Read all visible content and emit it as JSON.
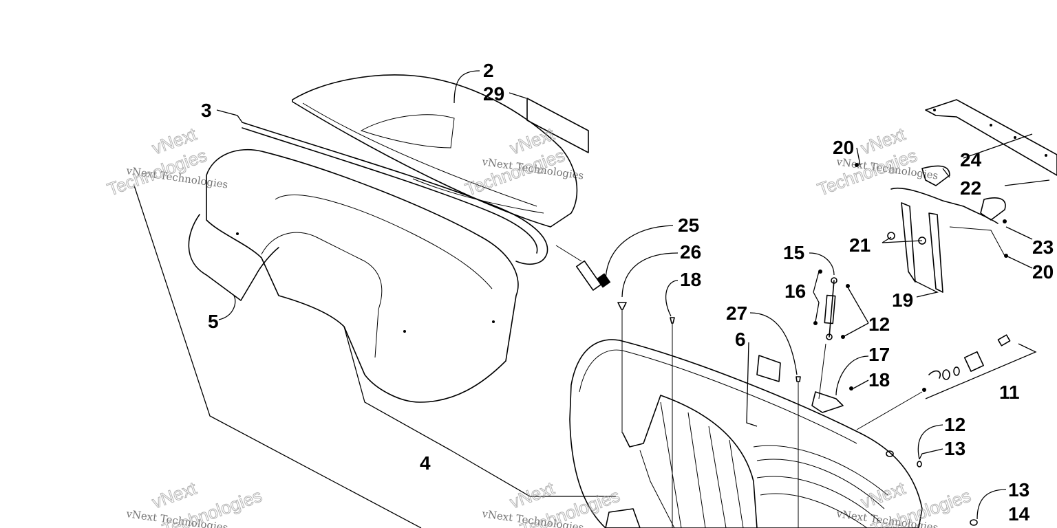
{
  "watermark": {
    "line1": "vNext Technologies",
    "word1": "vNext",
    "word2": "Technologies"
  },
  "labels": {
    "p2": "2",
    "p29": "29",
    "p3": "3",
    "p5": "5",
    "p4": "4",
    "p25": "25",
    "p26": "26",
    "p18a": "18",
    "p18b": "18",
    "p27": "27",
    "p6": "6",
    "p15": "15",
    "p16": "16",
    "p12a": "12",
    "p12b": "12",
    "p17": "17",
    "p11": "11",
    "p13a": "13",
    "p13b": "13",
    "p14": "14",
    "p20a": "20",
    "p20b": "20",
    "p24": "24",
    "p22": "22",
    "p21": "21",
    "p19": "19",
    "p23": "23"
  }
}
